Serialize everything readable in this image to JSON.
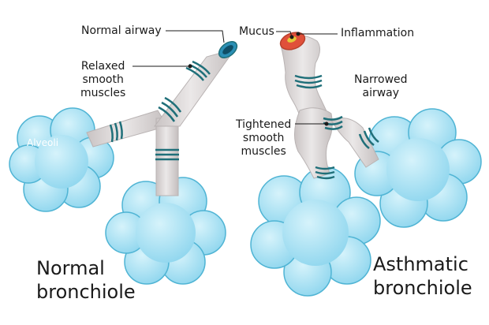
{
  "labels": {
    "normal_airway": "Normal airway",
    "relaxed_muscles": "Relaxed\nsmooth\nmuscles",
    "alveoli": "Alveoli",
    "mucus": "Mucus",
    "inflammation": "Inflammation",
    "narrowed_airway": "Narrowed\nairway",
    "tightened_muscles": "Tightened\nsmooth\nmuscles"
  },
  "captions": {
    "normal": "Normal\nbronchiole",
    "asthmatic": "Asthmatic\nbronchiole"
  },
  "colors": {
    "airway": "#dfdbdb",
    "airway_shade": "#b9b3b3",
    "muscle_band": "#1f6f79",
    "alveoli_fill": "#a8e2f3",
    "alveoli_stroke": "#4fb4d4",
    "lumen_normal": "#1aa5d0",
    "mucus": "#e4c838",
    "inflammation": "#e0503a",
    "leader_line": "#1a1a1a"
  }
}
